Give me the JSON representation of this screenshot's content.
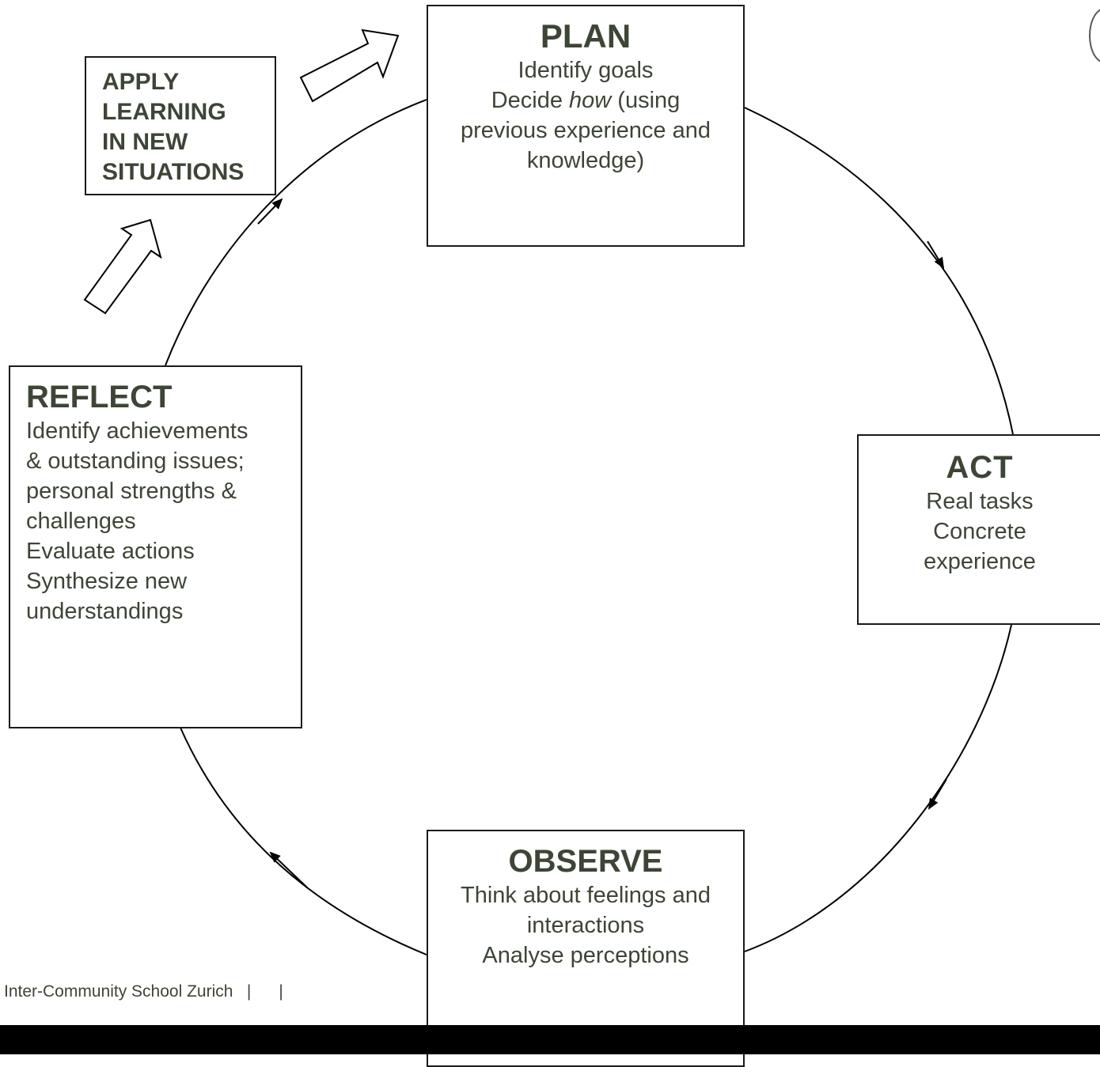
{
  "plan": {
    "title": "PLAN",
    "lines": [
      "Identify goals",
      "Decide ",
      "how",
      " (using",
      "previous experience and",
      "knowledge)"
    ]
  },
  "act": {
    "title": "ACT",
    "lines": [
      "Real tasks",
      "Concrete",
      "experience"
    ]
  },
  "observe": {
    "title": "OBSERVE",
    "lines": [
      "Think about feelings and",
      "interactions",
      "Analyse perceptions"
    ]
  },
  "reflect": {
    "title": "REFLECT",
    "lines": [
      "Identify achievements",
      "& outstanding issues;",
      "personal strengths &",
      "challenges",
      "Evaluate actions",
      "Synthesize new",
      "understandings"
    ]
  },
  "apply": {
    "lines": [
      "APPLY",
      "LEARNING",
      "IN NEW",
      "SITUATIONS"
    ]
  },
  "footer": {
    "text": "Inter-Community School Zurich   |      |"
  },
  "colors": {
    "text": "#3d4536",
    "border": "#1a1a1a",
    "bar": "#000000"
  }
}
